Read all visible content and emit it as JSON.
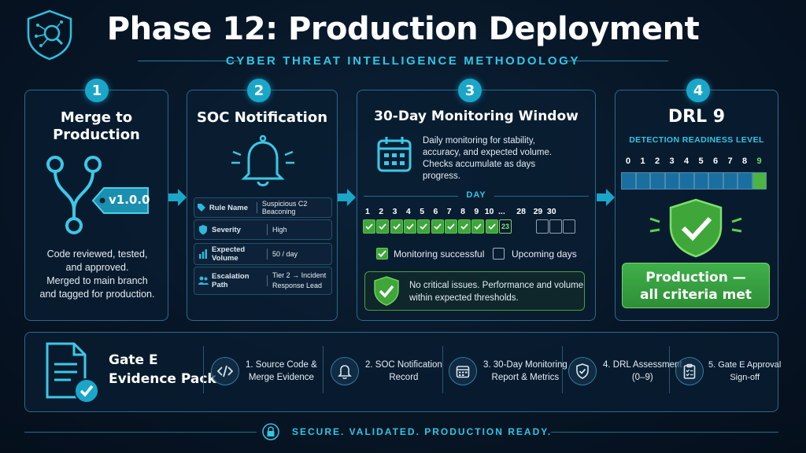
{
  "header": {
    "title": "Phase 12: Production Deployment",
    "subtitle": "CYBER THREAT INTELLIGENCE METHODOLOGY",
    "logo_icon": "shield-magnifier-icon"
  },
  "steps": [
    {
      "number": "1",
      "title_line1": "Merge to",
      "title_line2": "Production",
      "tag": "v1.0.0",
      "desc_line1": "Code reviewed, tested,",
      "desc_line2": "and approved.",
      "desc_line3": "Merged to main branch",
      "desc_line4": "and tagged for production."
    },
    {
      "number": "2",
      "title": "SOC Notification",
      "rows": [
        {
          "label": "Rule Name",
          "value": "Suspicious C2 Beaconing"
        },
        {
          "label": "Severity",
          "value": "High"
        },
        {
          "label": "Expected Volume",
          "value": "50 / day"
        },
        {
          "label": "Escalation Path",
          "value_line1": "Tier 2 → Incident",
          "value_line2": "Response Lead"
        }
      ]
    },
    {
      "number": "3",
      "title": "30-Day Monitoring Window",
      "desc_line1": "Daily monitoring for stability,",
      "desc_line2": "accuracy, and expected volume.",
      "desc_line3": "Checks accumulate as days",
      "desc_line4": "progress.",
      "day_label": "DAY",
      "days": [
        "1",
        "2",
        "3",
        "4",
        "5",
        "6",
        "7",
        "8",
        "9",
        "10",
        "...",
        "28",
        "29",
        "30"
      ],
      "today": "23",
      "monitored_days": 10,
      "legend_done": "Monitoring successful",
      "legend_upcoming": "Upcoming days",
      "status_line1": "No critical issues. Performance and volume",
      "status_line2": "within expected thresholds."
    },
    {
      "number": "4",
      "title": "DRL 9",
      "subtitle": "DETECTION READINESS LEVEL",
      "levels": [
        "0",
        "1",
        "2",
        "3",
        "4",
        "5",
        "6",
        "7",
        "8",
        "9"
      ],
      "current_level": 9,
      "result_line1": "Production —",
      "result_line2": "all criteria met"
    }
  ],
  "gate": {
    "title_line1": "Gate E",
    "title_line2": "Evidence Pack",
    "items": [
      {
        "line1": "1. Source Code &",
        "line2": "Merge Evidence",
        "icon": "code-icon"
      },
      {
        "line1": "2. SOC Notification",
        "line2": "Record",
        "icon": "bell-icon"
      },
      {
        "line1": "3. 30-Day Monitoring",
        "line2": "Report & Metrics",
        "icon": "calendar-icon"
      },
      {
        "line1": "4. DRL Assessment",
        "line2": "(0–9)",
        "icon": "shield-check-icon"
      },
      {
        "line1": "5. Gate E Approval",
        "line2": "Sign-off",
        "icon": "clipboard-icon"
      }
    ]
  },
  "footer": {
    "text": "SECURE. VALIDATED. PRODUCTION READY."
  },
  "colors": {
    "accent": "#1aa6c9",
    "success": "#3fa63a",
    "background": "#071626"
  }
}
